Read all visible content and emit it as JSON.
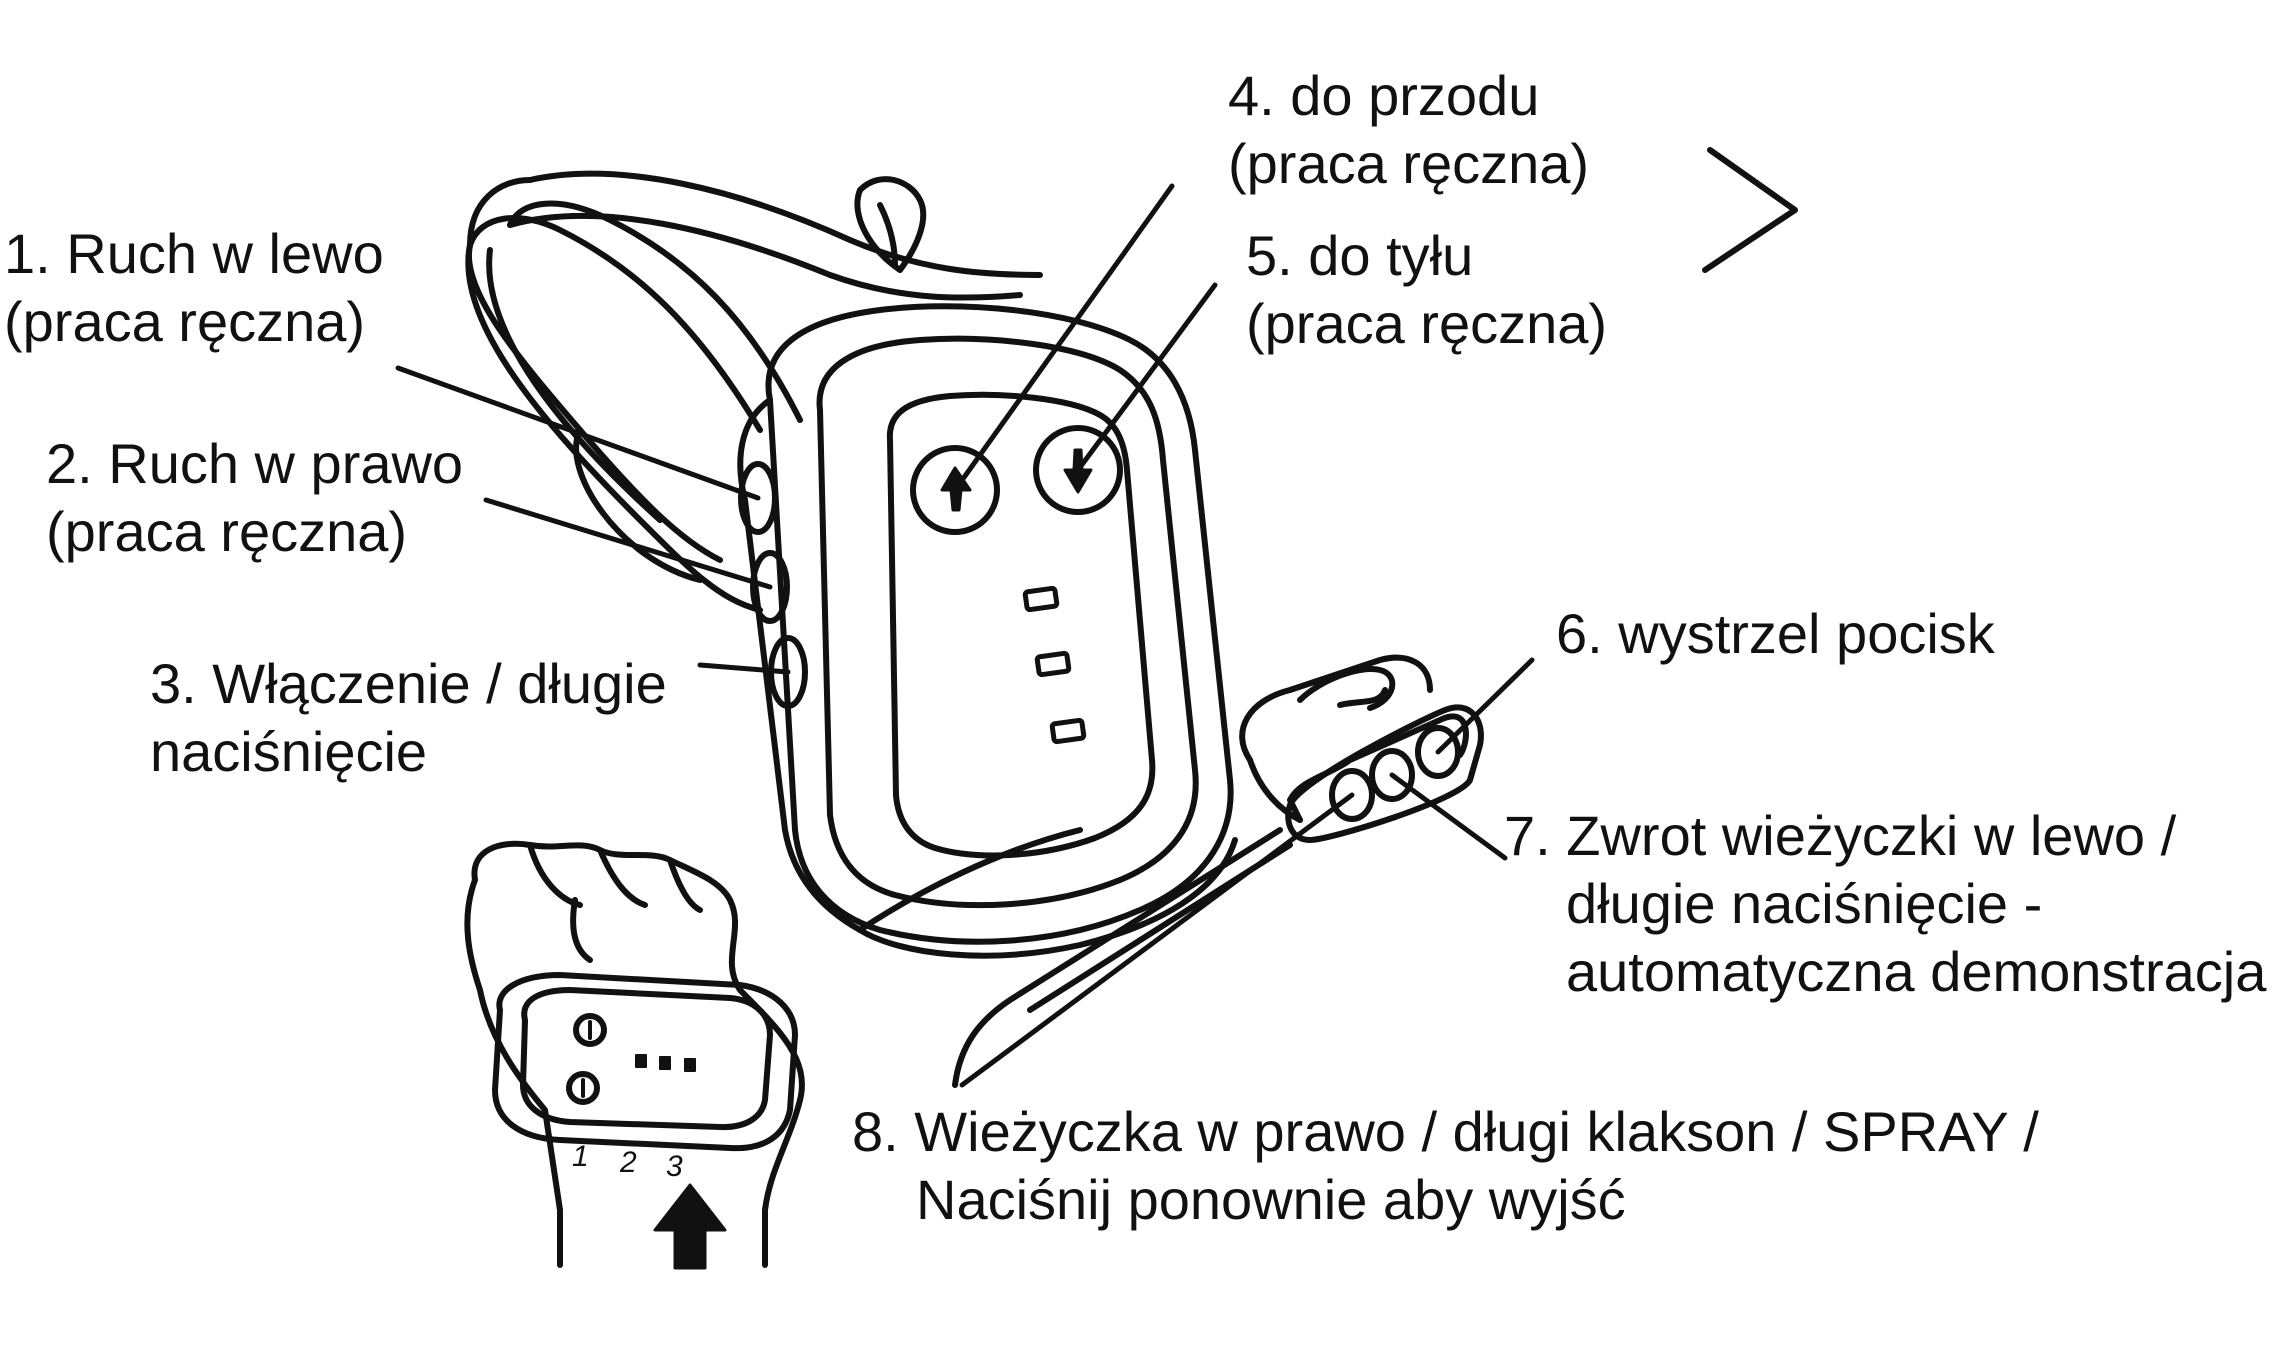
{
  "colors": {
    "ink": "#111111",
    "paper": "#ffffff"
  },
  "callouts": [
    {
      "number": "1.",
      "lines": [
        "Ruch w lewo",
        "(praca ręczna)"
      ]
    },
    {
      "number": "2.",
      "lines": [
        "Ruch w prawo",
        "(praca ręczna)"
      ]
    },
    {
      "number": "3.",
      "lines": [
        "Włączenie / długie",
        "naciśnięcie"
      ]
    },
    {
      "number": "4.",
      "lines": [
        "do przodu",
        "(praca ręczna)"
      ]
    },
    {
      "number": "5.",
      "lines": [
        "do tyłu",
        "(praca ręczna)"
      ]
    },
    {
      "number": "6.",
      "lines": [
        "wystrzel pocisk"
      ]
    },
    {
      "number": "7.",
      "lines": [
        "Zwrot wieżyczki w lewo /",
        "długie naciśnięcie -",
        "automatyczna demonstracja"
      ]
    },
    {
      "number": "8.",
      "lines": [
        "Wieżyczka w prawo / długi klakson / SPRAY /",
        "Naciśnij ponownie aby wyjść"
      ]
    }
  ],
  "finger_numbers": [
    "1",
    "2",
    "3"
  ],
  "icons": {
    "forward_button": "arrow-up-icon",
    "backward_button": "arrow-down-icon",
    "pointer_arrow": "arrow-up-icon",
    "direction_mark": "chevron-right-icon"
  }
}
